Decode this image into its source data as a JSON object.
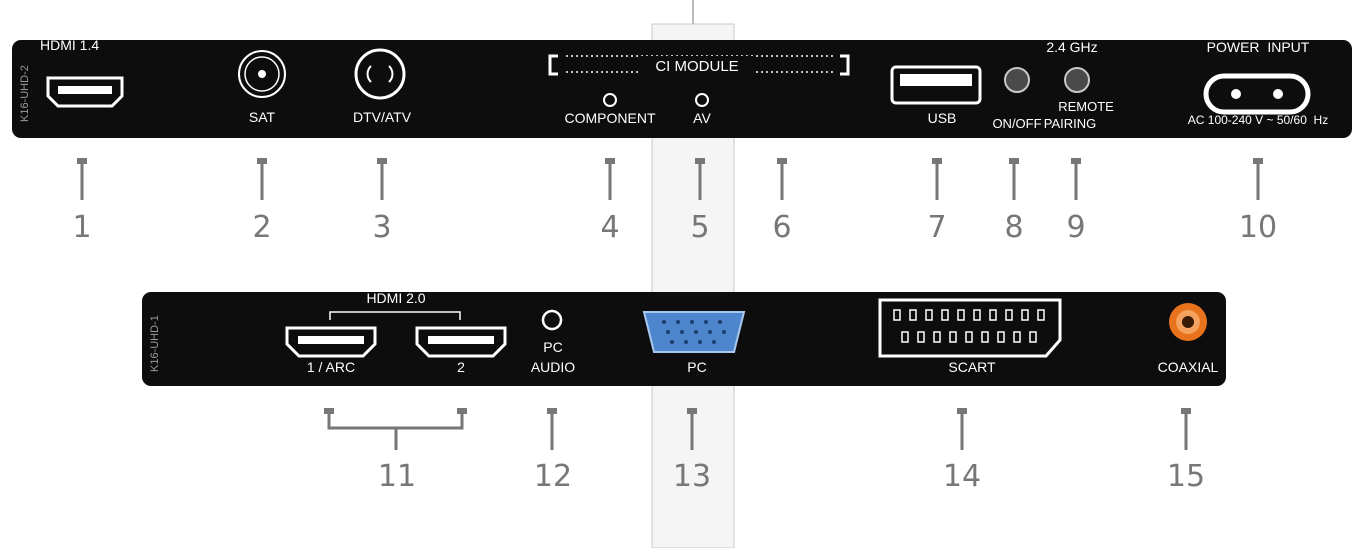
{
  "panel_top": {
    "model": "K16-UHD-2",
    "hdmi14": "HDMI 1.4",
    "sat": "SAT",
    "dtv_atv": "DTV/ATV",
    "ci_module": "CI MODULE",
    "component": "COMPONENT",
    "av": "AV",
    "usb": "USB",
    "on_off": "ON/OFF",
    "freq": "2.4 GHz",
    "remote": "REMOTE",
    "pairing": "PAIRING",
    "power_input": "POWER  INPUT",
    "ac_rating": "AC 100-240 V ~ 50/60  Hz"
  },
  "panel_bottom": {
    "model": "K16-UHD-1",
    "hdmi20": "HDMI 2.0",
    "arc": "1 / ARC",
    "hdmi2": "2",
    "pc_line1": "PC",
    "pc_line2": "AUDIO",
    "pc": "PC",
    "scart": "SCART",
    "coaxial": "COAXIAL"
  },
  "callouts": [
    "1",
    "2",
    "3",
    "4",
    "5",
    "6",
    "7",
    "8",
    "9",
    "10",
    "11",
    "12",
    "13",
    "14",
    "15"
  ],
  "colors": {
    "panel": "#0d0d0d",
    "vga_blue": "#4d86cc",
    "coaxial_orange": "#e8731c",
    "number_gray": "#777777"
  }
}
